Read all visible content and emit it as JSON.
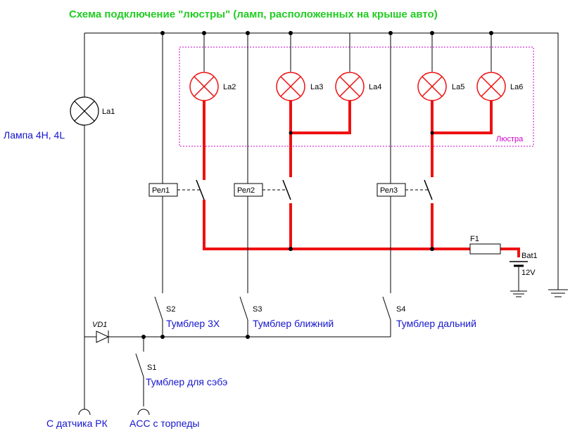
{
  "title": "Схема подключение \"люстры\" (ламп, расположенных на крыше авто)",
  "lamps": {
    "la1": "La1",
    "la2": "La2",
    "la3": "La3",
    "la4": "La4",
    "la5": "La5",
    "la6": "La6"
  },
  "lamp_la1_desc": "Лампа 4H, 4L",
  "chandelier_label": "Люстра",
  "relays": {
    "rel1": "Рел1",
    "rel2": "Рел2",
    "rel3": "Рел3"
  },
  "fuse": "F1",
  "battery": {
    "name": "Bat1",
    "voltage": "12V"
  },
  "diode": "VD1",
  "switches": {
    "s1": {
      "name": "S1",
      "desc": "Тумблер для сэбэ"
    },
    "s2": {
      "name": "S2",
      "desc": "Тумблер 3X"
    },
    "s3": {
      "name": "S3",
      "desc": "Тумблер ближний"
    },
    "s4": {
      "name": "S4",
      "desc": "Тумблер дальний"
    }
  },
  "inputs": {
    "rk": "С датчика РК",
    "acc": "ACC с торпеды"
  },
  "colors": {
    "title": "#22cc22",
    "labels": "#1515cc",
    "power_wire": "#ee1111",
    "chandelier_box": "#cc00cc"
  }
}
